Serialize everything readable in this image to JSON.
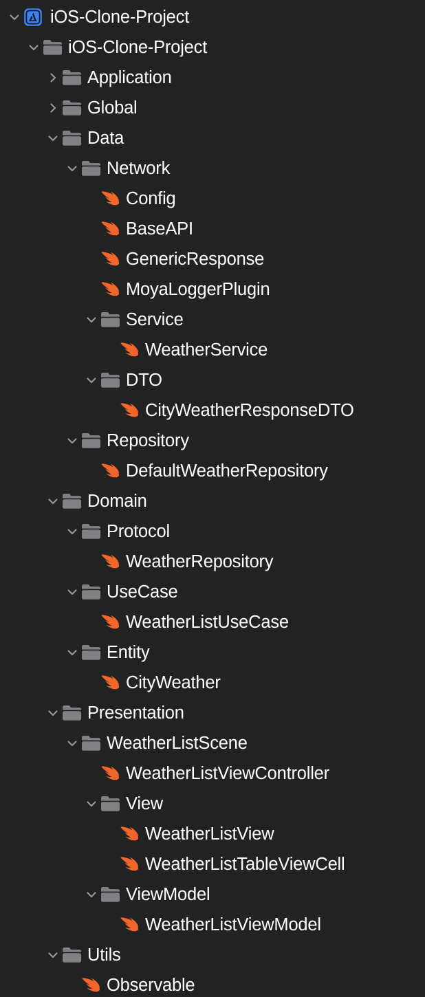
{
  "panel": {
    "name": "xcode-project-navigator",
    "background": "#222222",
    "text_color": "#FFFFFF",
    "folder_color": "#808085",
    "swift_color": "#F0662B",
    "project_icon_color": "#3B82F6"
  },
  "tree": [
    {
      "label": "iOS-Clone-Project",
      "depth": 0,
      "icon": "xcode-project-icon",
      "state": "expanded"
    },
    {
      "label": "iOS-Clone-Project",
      "depth": 1,
      "icon": "folder-icon",
      "state": "expanded"
    },
    {
      "label": "Application",
      "depth": 2,
      "icon": "folder-icon",
      "state": "collapsed"
    },
    {
      "label": "Global",
      "depth": 2,
      "icon": "folder-icon",
      "state": "collapsed"
    },
    {
      "label": "Data",
      "depth": 2,
      "icon": "folder-icon",
      "state": "expanded"
    },
    {
      "label": "Network",
      "depth": 3,
      "icon": "folder-icon",
      "state": "expanded"
    },
    {
      "label": "Config",
      "depth": 4,
      "icon": "swift-file-icon",
      "state": "leaf"
    },
    {
      "label": "BaseAPI",
      "depth": 4,
      "icon": "swift-file-icon",
      "state": "leaf"
    },
    {
      "label": "GenericResponse",
      "depth": 4,
      "icon": "swift-file-icon",
      "state": "leaf"
    },
    {
      "label": "MoyaLoggerPlugin",
      "depth": 4,
      "icon": "swift-file-icon",
      "state": "leaf"
    },
    {
      "label": "Service",
      "depth": 4,
      "icon": "folder-icon",
      "state": "expanded"
    },
    {
      "label": "WeatherService",
      "depth": 5,
      "icon": "swift-file-icon",
      "state": "leaf"
    },
    {
      "label": "DTO",
      "depth": 4,
      "icon": "folder-icon",
      "state": "expanded"
    },
    {
      "label": "CityWeatherResponseDTO",
      "depth": 5,
      "icon": "swift-file-icon",
      "state": "leaf"
    },
    {
      "label": "Repository",
      "depth": 3,
      "icon": "folder-icon",
      "state": "expanded"
    },
    {
      "label": "DefaultWeatherRepository",
      "depth": 4,
      "icon": "swift-file-icon",
      "state": "leaf"
    },
    {
      "label": "Domain",
      "depth": 2,
      "icon": "folder-icon",
      "state": "expanded"
    },
    {
      "label": "Protocol",
      "depth": 3,
      "icon": "folder-icon",
      "state": "expanded"
    },
    {
      "label": "WeatherRepository",
      "depth": 4,
      "icon": "swift-file-icon",
      "state": "leaf"
    },
    {
      "label": "UseCase",
      "depth": 3,
      "icon": "folder-icon",
      "state": "expanded"
    },
    {
      "label": "WeatherListUseCase",
      "depth": 4,
      "icon": "swift-file-icon",
      "state": "leaf"
    },
    {
      "label": "Entity",
      "depth": 3,
      "icon": "folder-icon",
      "state": "expanded"
    },
    {
      "label": "CityWeather",
      "depth": 4,
      "icon": "swift-file-icon",
      "state": "leaf"
    },
    {
      "label": "Presentation",
      "depth": 2,
      "icon": "folder-icon",
      "state": "expanded"
    },
    {
      "label": "WeatherListScene",
      "depth": 3,
      "icon": "folder-icon",
      "state": "expanded"
    },
    {
      "label": "WeatherListViewController",
      "depth": 4,
      "icon": "swift-file-icon",
      "state": "leaf"
    },
    {
      "label": "View",
      "depth": 4,
      "icon": "folder-icon",
      "state": "expanded"
    },
    {
      "label": "WeatherListView",
      "depth": 5,
      "icon": "swift-file-icon",
      "state": "leaf"
    },
    {
      "label": "WeatherListTableViewCell",
      "depth": 5,
      "icon": "swift-file-icon",
      "state": "leaf"
    },
    {
      "label": "ViewModel",
      "depth": 4,
      "icon": "folder-icon",
      "state": "expanded"
    },
    {
      "label": "WeatherListViewModel",
      "depth": 5,
      "icon": "swift-file-icon",
      "state": "leaf"
    },
    {
      "label": "Utils",
      "depth": 2,
      "icon": "folder-icon",
      "state": "expanded"
    },
    {
      "label": "Observable",
      "depth": 3,
      "icon": "swift-file-icon",
      "state": "leaf"
    }
  ]
}
